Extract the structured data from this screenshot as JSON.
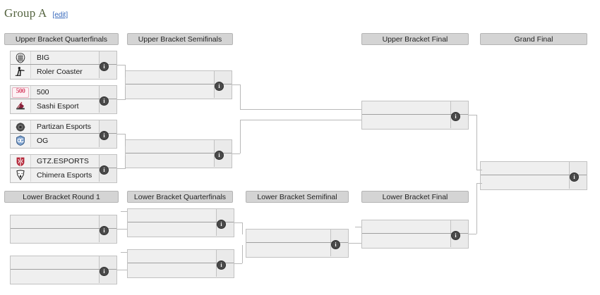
{
  "page": {
    "title": "Group A",
    "edit_label": "[edit]",
    "title_color": "#54633f",
    "link_color": "#3366bb",
    "header_bg": "#d4d4d4",
    "box_bg": "#eeeeee",
    "line_color": "#b9b9b9",
    "info_icon": "i"
  },
  "upper_bracket": {
    "rounds": [
      {
        "id": "upper-bracket-quarterfinals",
        "label": "Upper Bracket Quarterfinals"
      },
      {
        "id": "upper-bracket-semifinals",
        "label": "Upper Bracket Semifinals"
      },
      {
        "id": "upper-bracket-final",
        "label": "Upper Bracket Final"
      },
      {
        "id": "grand-final",
        "label": "Grand Final"
      }
    ],
    "quarterfinals": [
      {
        "id": "ubqf-1",
        "top": {
          "name": "BIG",
          "logo": "big-logo",
          "score": ""
        },
        "bottom": {
          "name": "Roler Coaster",
          "logo": "roler-coaster-logo",
          "score": ""
        }
      },
      {
        "id": "ubqf-2",
        "top": {
          "name": "500",
          "logo": "500-logo",
          "score": ""
        },
        "bottom": {
          "name": "Sashi Esport",
          "logo": "sashi-esport-logo",
          "score": ""
        }
      },
      {
        "id": "ubqf-3",
        "top": {
          "name": "Partizan Esports",
          "logo": "partizan-esports-logo",
          "score": ""
        },
        "bottom": {
          "name": "OG",
          "logo": "og-logo",
          "score": ""
        }
      },
      {
        "id": "ubqf-4",
        "top": {
          "name": "GTZ.ESPORTS",
          "logo": "gtz-esports-logo",
          "score": ""
        },
        "bottom": {
          "name": "Chimera Esports",
          "logo": "chimera-esports-logo",
          "score": ""
        }
      }
    ],
    "semifinals": [
      {
        "id": "ubsf-1",
        "top": {
          "name": "",
          "score": ""
        },
        "bottom": {
          "name": "",
          "score": ""
        }
      },
      {
        "id": "ubsf-2",
        "top": {
          "name": "",
          "score": ""
        },
        "bottom": {
          "name": "",
          "score": ""
        }
      }
    ],
    "final": {
      "id": "ubf-1",
      "top": {
        "name": "",
        "score": ""
      },
      "bottom": {
        "name": "",
        "score": ""
      }
    },
    "grand_final": {
      "id": "gf-1",
      "top": {
        "name": "",
        "score": ""
      },
      "bottom": {
        "name": "",
        "score": ""
      }
    }
  },
  "lower_bracket": {
    "rounds": [
      {
        "id": "lower-bracket-round-1",
        "label": "Lower Bracket Round 1"
      },
      {
        "id": "lower-bracket-quarterfinals",
        "label": "Lower Bracket Quarterfinals"
      },
      {
        "id": "lower-bracket-semifinal",
        "label": "Lower Bracket Semifinal"
      },
      {
        "id": "lower-bracket-final",
        "label": "Lower Bracket Final"
      }
    ],
    "round1": [
      {
        "id": "lbr1-1",
        "top": {
          "name": "",
          "score": ""
        },
        "bottom": {
          "name": "",
          "score": ""
        }
      },
      {
        "id": "lbr1-2",
        "top": {
          "name": "",
          "score": ""
        },
        "bottom": {
          "name": "",
          "score": ""
        }
      }
    ],
    "quarterfinals": [
      {
        "id": "lbqf-1",
        "top": {
          "name": "",
          "score": ""
        },
        "bottom": {
          "name": "",
          "score": ""
        }
      },
      {
        "id": "lbqf-2",
        "top": {
          "name": "",
          "score": ""
        },
        "bottom": {
          "name": "",
          "score": ""
        }
      }
    ],
    "semifinal": {
      "id": "lbsf-1",
      "top": {
        "name": "",
        "score": ""
      },
      "bottom": {
        "name": "",
        "score": ""
      }
    },
    "final": {
      "id": "lbf-1",
      "top": {
        "name": "",
        "score": ""
      },
      "bottom": {
        "name": "",
        "score": ""
      }
    }
  }
}
